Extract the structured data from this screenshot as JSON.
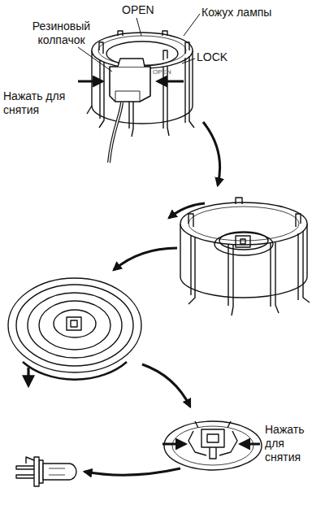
{
  "diagram": {
    "labels": [
      "Резиновый колпачок",
      "OPEN",
      "Кожух лампы",
      "LOCK",
      "OPEN",
      "Нажать для снятия",
      "Нажать для снятия"
    ]
  }
}
